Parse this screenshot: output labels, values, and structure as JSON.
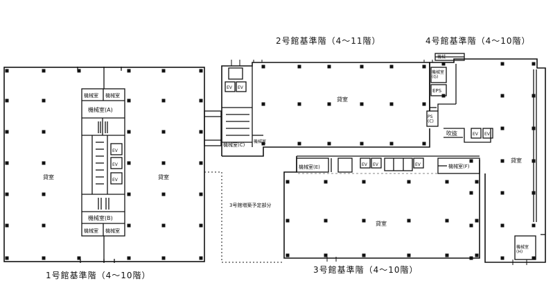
{
  "captions": {
    "b1": "1号館基準階（4～10階）",
    "b2": "2号館基準階（4～11階）",
    "b3": "3号館基準階（4～10階）",
    "b4": "4号館基準階（4～10階）"
  },
  "building1": {
    "rental_left": "貸室",
    "rental_right": "貸室",
    "mech_top_left": "機械室",
    "mech_top_right": "機械室",
    "mech_a": "機械室(A)",
    "mech_b": "機械室(B)",
    "mech_bottom_left": "機械室",
    "mech_bottom_right": "機械室",
    "ev": "EV"
  },
  "building2": {
    "rental": "貸室",
    "mech_c": "機械室(C)",
    "mech_small": "機械室",
    "ev": "EV"
  },
  "building3": {
    "rental": "貸室",
    "mech_e": "機械室(E)",
    "mech_f": "機械室(F)",
    "ev": "EV",
    "planned_area": "3号館増築予定部分"
  },
  "building4": {
    "rental": "貸室",
    "mech_g": "機械室\n(G)",
    "eps": "EPS",
    "ps_c": "PS\n(C)",
    "atrium": "吹抜",
    "mech_h": "機械室\n(H)",
    "ev": "EV",
    "top_label": "機械"
  }
}
